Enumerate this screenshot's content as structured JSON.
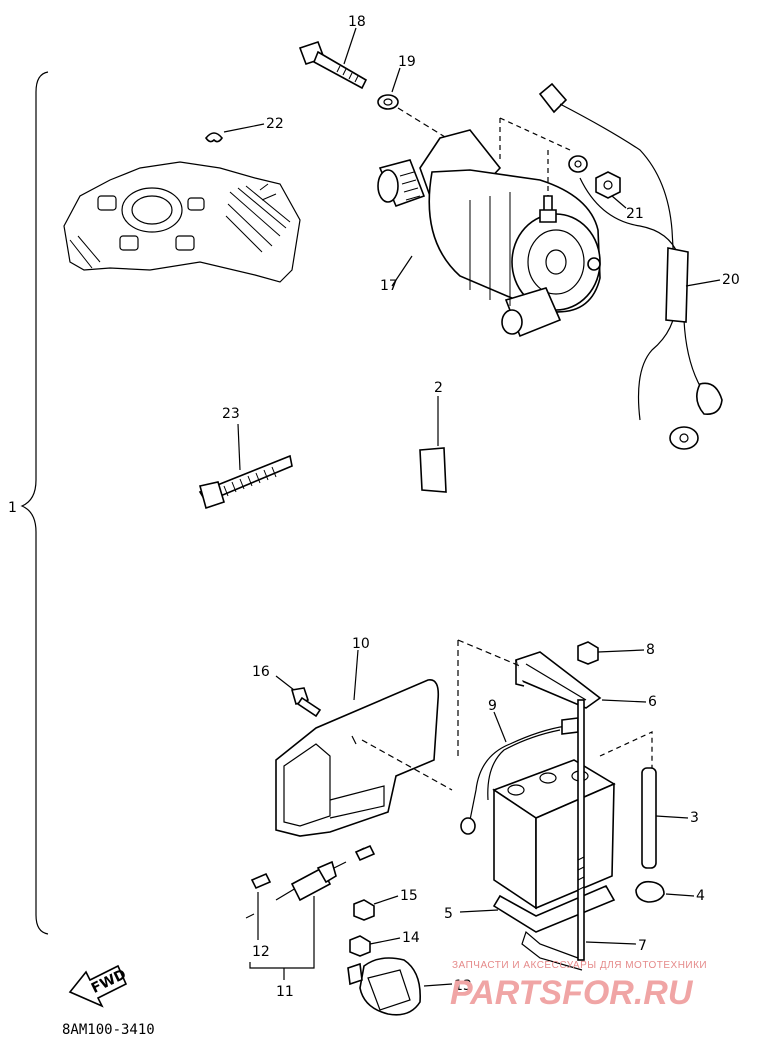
{
  "parts": {
    "p1": "1",
    "p2": "2",
    "p3": "3",
    "p4": "4",
    "p5": "5",
    "p6": "6",
    "p7": "7",
    "p8": "8",
    "p9": "9",
    "p10": "10",
    "p11": "11",
    "p12": "12",
    "p13": "13",
    "p14": "14",
    "p15": "15",
    "p16": "16",
    "p17": "17",
    "p18": "18",
    "p19": "19",
    "p20": "20",
    "p21": "21",
    "p22": "22",
    "p23": "23"
  },
  "fwd_label": "FWD",
  "doc_number": "8AM100-3410",
  "watermark": {
    "subtitle": "ЗАПЧАСТИ И АКСЕССУАРЫ ДЛЯ МОТОТЕХНИКИ",
    "logo": "PARTSFOR.RU"
  }
}
